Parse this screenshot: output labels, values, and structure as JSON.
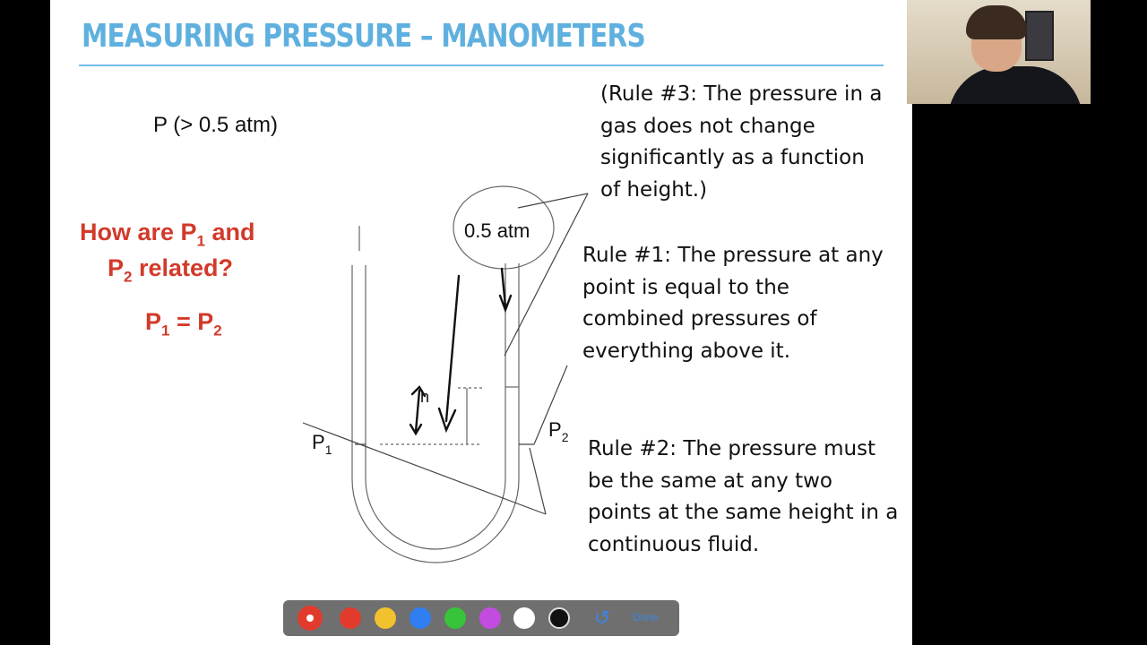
{
  "slide": {
    "title": "MEASURING PRESSURE – MANOMETERS",
    "pressure_label": "P (> 0.5 atm)",
    "question_line1_a": "How are P",
    "question_line1_sub": "1",
    "question_line1_b": " and",
    "question_line2_a": "P",
    "question_line2_sub": "2",
    "question_line2_b": " related?",
    "answer_a": "P",
    "answer_sub1": "1",
    "answer_mid": " = P",
    "answer_sub2": "2",
    "rule3": [
      "(Rule #3: The pressure in a",
      "gas does not change",
      "significantly as a function",
      "of height.)"
    ],
    "rule1": [
      "Rule #1: The pressure at any",
      "point is equal to the",
      "combined pressures of",
      "everything above it."
    ],
    "rule2": [
      "Rule #2: The pressure must",
      "be the same at any two",
      "points at the same height in a",
      "continuous fluid."
    ]
  },
  "diagram": {
    "bulb_label": "0.5 atm",
    "p1_label": "P",
    "p1_sub": "1",
    "p2_label": "P",
    "p2_sub": "2",
    "h_label": "h"
  },
  "toolbar": {
    "colors": [
      "#e23b2e",
      "#e23b2e",
      "#f2c12e",
      "#2f7ff2",
      "#37c43a",
      "#c44be0",
      "#ffffff",
      "#111111"
    ],
    "undo_symbol": "↺",
    "done_label": "Done"
  }
}
